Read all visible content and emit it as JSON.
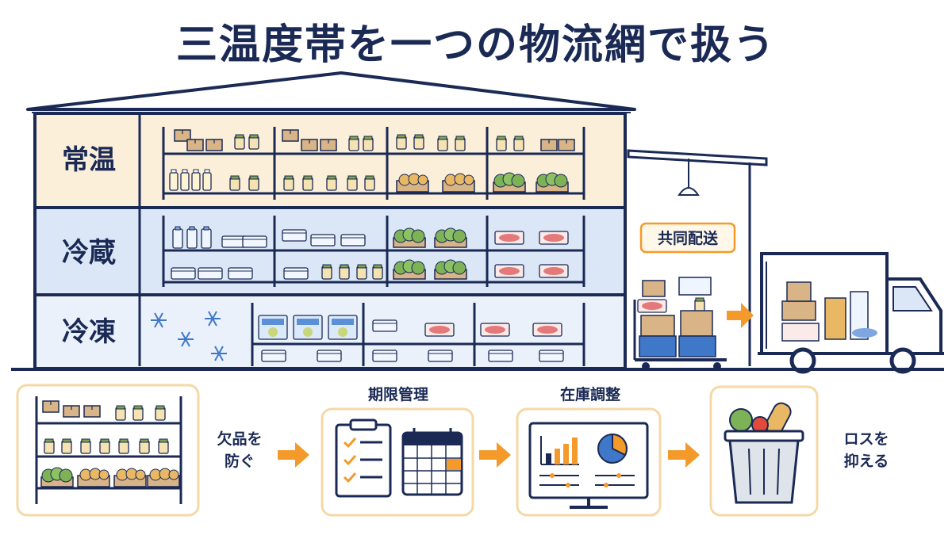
{
  "title": "三温度帯を一つの物流網で扱う",
  "zones": [
    {
      "label": "常温",
      "color": "#fbefd9"
    },
    {
      "label": "冷蔵",
      "color": "#dbe7f6"
    },
    {
      "label": "冷凍",
      "color": "#eaf1fb"
    }
  ],
  "delivery_tag": "共同配送",
  "steps": [
    {
      "text": "欠品を防ぐ"
    },
    {
      "label": "期限管理"
    },
    {
      "label": "在庫調整"
    },
    {
      "text": "ロスを抑える"
    }
  ],
  "colors": {
    "navy": "#1b2a55",
    "orange": "#f39a2a",
    "box": "#d9b487",
    "frame": "#f4d9a6"
  }
}
